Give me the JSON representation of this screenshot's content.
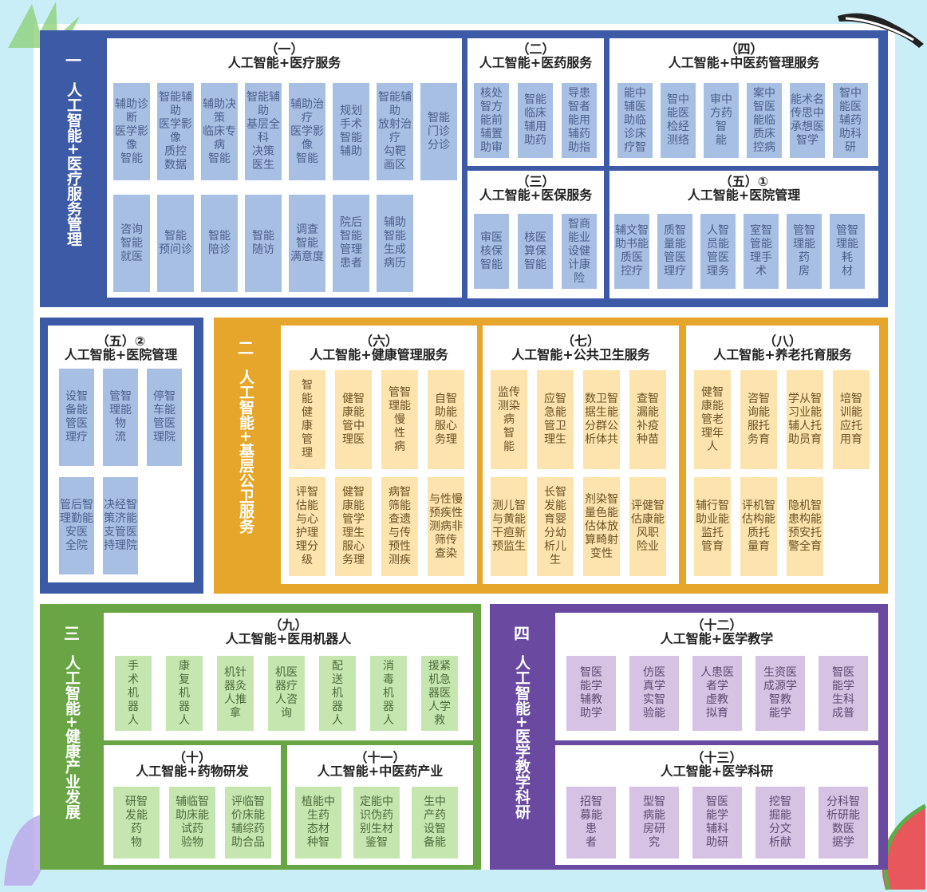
{
  "colors": {
    "blue": "#3d5aa7",
    "orange": "#e5a62b",
    "green": "#6aa545",
    "purple": "#6a4aa0"
  },
  "section1": {
    "num": "一",
    "title": "人工智能+医疗服务管理"
  },
  "section2": {
    "num": "二",
    "title": "人工智能+基层公卫服务"
  },
  "section3": {
    "num": "三",
    "title": "人工智能+健康产业发展"
  },
  "section4": {
    "num": "四",
    "title": "人工智能+医学教学科研"
  },
  "boxes": {
    "b1": {
      "num": "（一）",
      "title": "人工智能+医疗服务",
      "items": [
        [
          "辅助诊断",
          "医学影像",
          "智能"
        ],
        [
          "智能辅助",
          "医学影像",
          "质控",
          "数据"
        ],
        [
          "辅助决策",
          "临床专病",
          "智能"
        ],
        [
          "智能辅助",
          "基层全科",
          "决策",
          "医生"
        ],
        [
          "辅助治疗",
          "医学影像",
          "智能"
        ],
        [
          "规划",
          "手术",
          "智能",
          "辅助"
        ],
        [
          "智能辅助",
          "放射治疗",
          "勾靶",
          "画区"
        ],
        [
          "智能",
          "门诊",
          "分诊"
        ],
        [
          "咨询",
          "智能",
          "就医"
        ],
        [
          "智能",
          "预问诊"
        ],
        [
          "智能",
          "陪诊"
        ],
        [
          "智能",
          "随访"
        ],
        [
          "调查",
          "智能",
          "满意度"
        ],
        [
          "院后",
          "智能",
          "管理",
          "患者"
        ],
        [
          "辅助",
          "智能",
          "生成",
          "病历"
        ]
      ]
    },
    "b2": {
      "num": "（二）",
      "title": "人工智能+医药服务",
      "items": [
        [
          "核处",
          "智方",
          "能前",
          "辅置",
          "助审"
        ],
        [
          "智能",
          "临床",
          "辅用",
          "助药"
        ],
        [
          "导患",
          "智者",
          "能用",
          "辅药",
          "助指"
        ]
      ]
    },
    "b3": {
      "num": "（三）",
      "title": "人工智能+医保服务",
      "items": [
        [
          "审医",
          "核保",
          "智能"
        ],
        [
          "核医",
          "算保",
          "智能"
        ],
        [
          "智商",
          "能业",
          "设健",
          "计康",
          "险"
        ]
      ]
    },
    "b4": {
      "num": "（四）",
      "title": "人工智能+中医药管理服务",
      "items": [
        [
          "能中",
          "辅医",
          "助临",
          "诊床",
          "疗智"
        ],
        [
          "智中",
          "能医",
          "检经",
          "测络"
        ],
        [
          "审中",
          "方药",
          "智",
          "能"
        ],
        [
          "案中",
          "智医",
          "能临",
          "质床",
          "控病"
        ],
        [
          "能术名",
          "传思中",
          "承想医",
          "智学"
        ],
        [
          "智中",
          "能医",
          "辅药",
          "助科",
          "研"
        ]
      ]
    },
    "b5": {
      "num": "（五）①",
      "title": "人工智能+医院管理",
      "items": [
        [
          "辅文智",
          "助书能",
          "质医",
          "控疗"
        ],
        [
          "质智",
          "量能",
          "管医",
          "理疗"
        ],
        [
          "人智",
          "员能",
          "管医",
          "理务"
        ],
        [
          "室智",
          "管能",
          "理手",
          "术"
        ],
        [
          "管智",
          "理能",
          "药",
          "房"
        ],
        [
          "管智",
          "理能",
          "耗",
          "材"
        ]
      ]
    },
    "b6": {
      "num": "（五）②",
      "title": "人工智能+医院管理",
      "items": [
        [
          "设智",
          "备能",
          "管医",
          "理疗"
        ],
        [
          "管智",
          "理能",
          "物",
          "流"
        ],
        [
          "停智",
          "车能",
          "管医",
          "理院"
        ],
        [
          "管后智",
          "理勤能",
          "安医",
          "全院"
        ],
        [
          "决经智",
          "策济能",
          "支管医",
          "持理院"
        ]
      ]
    },
    "b7": {
      "num": "（六）",
      "title": "人工智能+健康管理服务",
      "items": [
        [
          "智",
          "能",
          "健",
          "康",
          "管",
          "理"
        ],
        [
          "健智",
          "康能",
          "管中",
          "理医"
        ],
        [
          "管智",
          "理能",
          "慢",
          "性",
          "病"
        ],
        [
          "自智",
          "助能",
          "服心",
          "务理"
        ],
        [
          "评智",
          "估能",
          "与心",
          "护理",
          "理分",
          "级"
        ],
        [
          "健智",
          "康能",
          "管学",
          "理生",
          "服心",
          "务理"
        ],
        [
          "病智",
          "筛能",
          "查遗",
          "与传",
          "预性",
          "测疾"
        ],
        [
          "与性慢",
          "预疾性",
          "测病非",
          "筛传",
          "查染"
        ]
      ]
    },
    "b8": {
      "num": "（七）",
      "title": "人工智能+公共卫生服务",
      "items": [
        [
          "监传",
          "测染",
          "病",
          "智",
          "能"
        ],
        [
          "应智",
          "急能",
          "管卫",
          "理生"
        ],
        [
          "数卫智",
          "据生能",
          "分群公",
          "析体共"
        ],
        [
          "查智",
          "漏能",
          "补疫",
          "种苗"
        ],
        [
          "测儿智",
          "与黄能",
          "干疸新",
          "预监生"
        ],
        [
          "长智",
          "发能",
          "育婴",
          "分幼",
          "析儿",
          "生"
        ],
        [
          "剂染智",
          "量色能",
          "估体放",
          "算畸射",
          "变性"
        ],
        [
          "评健智",
          "估康能",
          "风职",
          "险业"
        ]
      ]
    },
    "b9": {
      "num": "（八）",
      "title": "人工智能+养老托育服务",
      "items": [
        [
          "健智",
          "康能",
          "管老",
          "理年",
          "人"
        ],
        [
          "咨智",
          "询能",
          "服托",
          "务育"
        ],
        [
          "学从智",
          "习业能",
          "辅人托",
          "助员育"
        ],
        [
          "培智",
          "训能",
          "应托",
          "用育"
        ],
        [
          "辅行智",
          "助业能",
          "监托",
          "管育"
        ],
        [
          "评机智",
          "估构能",
          "质托",
          "量育"
        ],
        [
          "隐机智",
          "患构能",
          "预安托",
          "警全育"
        ]
      ]
    },
    "b10": {
      "num": "（九）",
      "title": "人工智能+医用机器人",
      "items": [
        [
          "手",
          "术",
          "机",
          "器",
          "人"
        ],
        [
          "康",
          "复",
          "机",
          "器",
          "人"
        ],
        [
          "机针",
          "器灸",
          "人推",
          "拿"
        ],
        [
          "机医",
          "器疗",
          "人咨",
          "询"
        ],
        [
          "配",
          "送",
          "机",
          "器",
          "人"
        ],
        [
          "消",
          "毒",
          "机",
          "器",
          "人"
        ],
        [
          "援紧",
          "机急",
          "器医",
          "人学",
          "救"
        ]
      ]
    },
    "b11": {
      "num": "（十）",
      "title": "人工智能+药物研发",
      "items": [
        [
          "研智",
          "发能",
          "药",
          "物"
        ],
        [
          "辅临智",
          "助床能",
          "试药",
          "验物"
        ],
        [
          "评临智",
          "价床能",
          "辅综药",
          "助合品"
        ]
      ]
    },
    "b12": {
      "num": "（十一）",
      "title": "人工智能+中医药产业",
      "items": [
        [
          "植能中",
          "生药",
          "态材",
          "种智"
        ],
        [
          "定能中",
          "识伪药",
          "别生材",
          "鉴智"
        ],
        [
          "生中",
          "产药",
          "设智",
          "备能"
        ]
      ]
    },
    "b13": {
      "num": "（十二）",
      "title": "人工智能+医学教学",
      "items": [
        [
          "智医",
          "能学",
          "辅教",
          "助学"
        ],
        [
          "仿医",
          "真学",
          "实智",
          "验能"
        ],
        [
          "人患医",
          "者学",
          "虚教",
          "拟育"
        ],
        [
          "生资医",
          "成源学",
          "智教",
          "能学"
        ],
        [
          "智医",
          "能学",
          "生科",
          "成普"
        ]
      ]
    },
    "b14": {
      "num": "（十三）",
      "title": "人工智能+医学科研",
      "items": [
        [
          "招智",
          "募能",
          "患",
          "者"
        ],
        [
          "型智",
          "病能",
          "房研",
          "究"
        ],
        [
          "智医",
          "能学",
          "辅科",
          "助研"
        ],
        [
          "挖智",
          "掘能",
          "分文",
          "析献"
        ],
        [
          "分科智",
          "析研能",
          "数医",
          "据学"
        ]
      ]
    }
  }
}
